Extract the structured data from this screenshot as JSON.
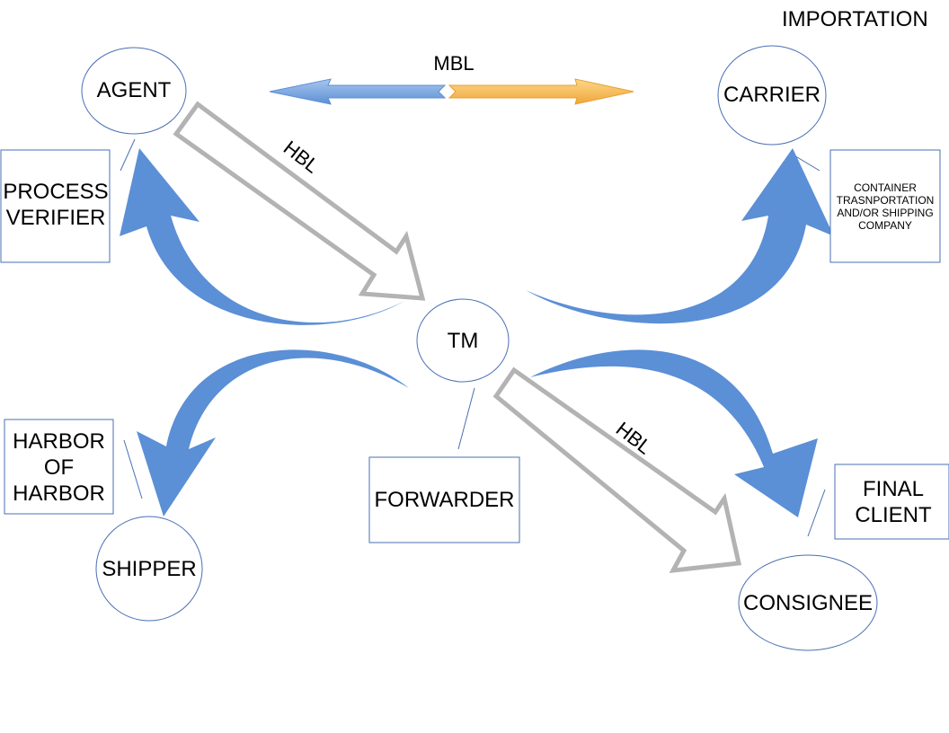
{
  "title": "IMPORTATION",
  "nodes": {
    "agent": "AGENT",
    "carrier": "CARRIER",
    "tm": "TM",
    "shipper": "SHIPPER",
    "consignee": "CONSIGNEE"
  },
  "boxes": {
    "process_verifier": "PROCESS VERIFIER",
    "container_company": "CONTAINER TRASNPORTATION AND/OR SHIPPING COMPANY",
    "harbor": "HARBOR OF HARBOR",
    "forwarder": "FORWARDER",
    "final_client": "FINAL CLIENT"
  },
  "edge_labels": {
    "mbl": "MBL",
    "hbl_top": "HBL",
    "hbl_bottom": "HBL"
  },
  "colors": {
    "blue_arrow": "#5b8fd6",
    "gray_arrow": "#b3b3b3",
    "mbl_left": "#7ea8e0",
    "mbl_right": "#f0a53a",
    "outline": "#4a6fb3"
  }
}
